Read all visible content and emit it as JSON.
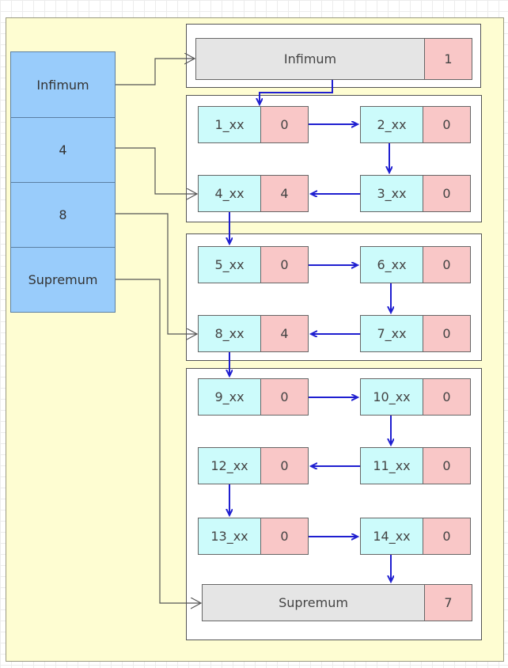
{
  "directory": {
    "slots": [
      "Infimum",
      "4",
      "8",
      "Supremum"
    ]
  },
  "infimum_record": {
    "label": "Infimum",
    "n_owned": "1"
  },
  "supremum_record": {
    "label": "Supremum",
    "n_owned": "7"
  },
  "records": [
    {
      "key": "1_xx",
      "n": "0"
    },
    {
      "key": "2_xx",
      "n": "0"
    },
    {
      "key": "3_xx",
      "n": "0"
    },
    {
      "key": "4_xx",
      "n": "4"
    },
    {
      "key": "5_xx",
      "n": "0"
    },
    {
      "key": "6_xx",
      "n": "0"
    },
    {
      "key": "7_xx",
      "n": "0"
    },
    {
      "key": "8_xx",
      "n": "4"
    },
    {
      "key": "9_xx",
      "n": "0"
    },
    {
      "key": "10_xx",
      "n": "0"
    },
    {
      "key": "11_xx",
      "n": "0"
    },
    {
      "key": "12_xx",
      "n": "0"
    },
    {
      "key": "13_xx",
      "n": "0"
    },
    {
      "key": "14_xx",
      "n": "0"
    }
  ],
  "colors": {
    "directory_fill": "#99ccfb",
    "key_fill": "#ccfbfb",
    "count_fill": "#f9c7c7",
    "bound_fill": "#e5e5e5",
    "arrow": "#1f1fd0",
    "background": "#fefdd2"
  }
}
